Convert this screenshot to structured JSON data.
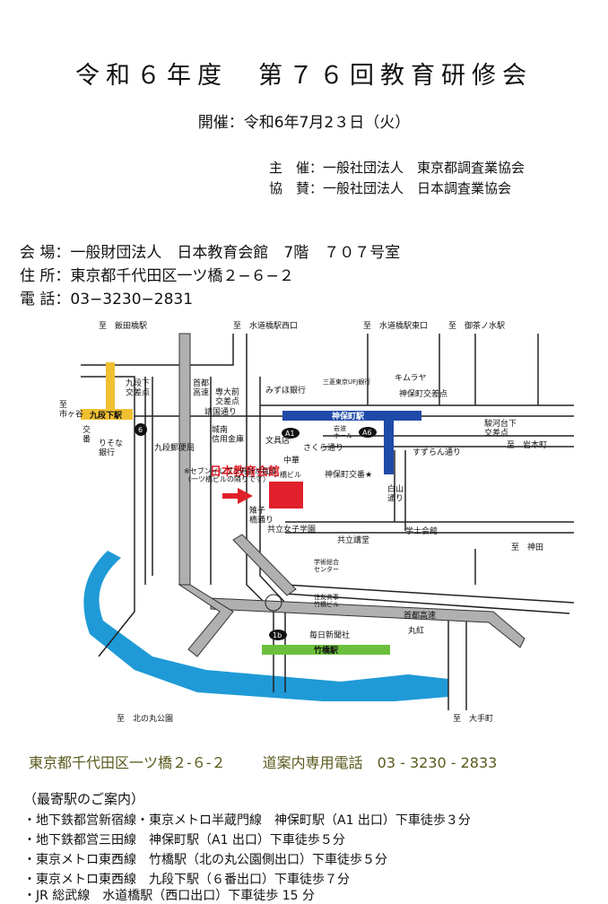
{
  "header": {
    "title": "令和６年度　第７６回教育研修会",
    "date": "開催：令和6年7月2３日（火）",
    "host": "主　催：一般社団法人　東京都調査業協会",
    "support": "協　賛：一般社団法人　日本調査業協会"
  },
  "venue": {
    "place": "会 場：一般財団法人　日本教育会館　7階　７０７号室",
    "address": "住 所：東京都千代田区一ツ橋２−６−２",
    "phone": "電 話：03−3230−2831"
  },
  "map": {
    "dir_iidabashi": "至　飯田橋駅",
    "dir_suidobashi_w": "至　水道橋駅西口",
    "dir_suidobashi_e": "至　水道橋駅東口",
    "dir_ochanomizu": "至　御茶ノ水駅",
    "dir_ichigaya": "至\n市ヶ谷",
    "dir_iwamotocho": "至　岩本町",
    "dir_kanda": "至　神田",
    "dir_kitanomaru": "至　北の丸公園",
    "dir_otemachi": "至　大手町",
    "kudanshita_crossing": "九段下\n交差点",
    "kudanshita_station": "九段下駅",
    "koban_left": "交\n番",
    "resona": "りそな\n銀行",
    "kudan_post": "九段郵便局",
    "shuto_vertical": "首都\n高速",
    "senmae_crossing": "専大前\n交差点",
    "mizuho": "みずほ銀行",
    "mufg": "三菱東京UFJ銀行",
    "kimuraya": "キムラヤ",
    "jimbocho_crossing": "神保町交差点",
    "jimbocho_station": "神保町駅",
    "surugadai_crossing": "駿河台下\n交差点",
    "yasukuni_dori": "靖国通り",
    "jonan_shinkin": "城南\n信用金庫",
    "exit_a1": "A1",
    "exit_a6": "A6",
    "bunguten": "文具店",
    "iwanami_hall": "岩波\nホール",
    "sakura_dori": "さくら通り",
    "suzuran_dori": "すずらん通り",
    "chuka": "中華",
    "hitotsubashi_bldg": "一ツ橋ビル",
    "jimbocho_koban": "神保町交番★",
    "hakusan_dori": "白山\n通り",
    "target_label": "日本教育会館",
    "note": "※セブンイレブン時計が目印\n（一ツ橋ビルの隣りです）",
    "kyoritsu_joshi": "共立女子学園",
    "kyoritsu_kodo": "共立講堂",
    "gakushi_kaikan": "学士会館",
    "gakujutsu": "学術総合\nセンター",
    "sumitomo": "住友商事\n竹橋ビル",
    "shuto_horizontal": "首都高速",
    "marubeni": "丸紅",
    "mainichi": "毎日新聞社",
    "exit_1b": "1b",
    "takebashi_station": "竹橋駅",
    "exit_6": "6",
    "yoshiko_bashi": "雉子\n橋通り"
  },
  "footer": {
    "address": "東京都千代田区一ツ橋２-６-２",
    "guide_phone": "道案内専用電話　03 - 3230 - 2833"
  },
  "access": {
    "heading": "（最寄駅のご案内）",
    "lines": [
      "・地下鉄都営新宿線・東京メトロ半蔵門線　神保町駅（A1 出口）下車徒歩３分",
      "・地下鉄都営三田線　神保町駅（A1 出口）下車徒歩５分",
      "・東京メトロ東西線　竹橋駅（北の丸公園側出口）下車徒歩５分",
      "・東京メトロ東西線　九段下駅（６番出口）下車徒歩７分",
      "・JR 総武線　水道橋駅（西口出口）下車徒歩 15 分"
    ]
  },
  "colors": {
    "tozai_line": "#f0c030",
    "shinjuku_line": "#1f4aa8",
    "takebashi_bar": "#6cbf3c",
    "river": "#1f9ad6",
    "target": "#e0202a",
    "footer_text": "#5a5a1e"
  }
}
